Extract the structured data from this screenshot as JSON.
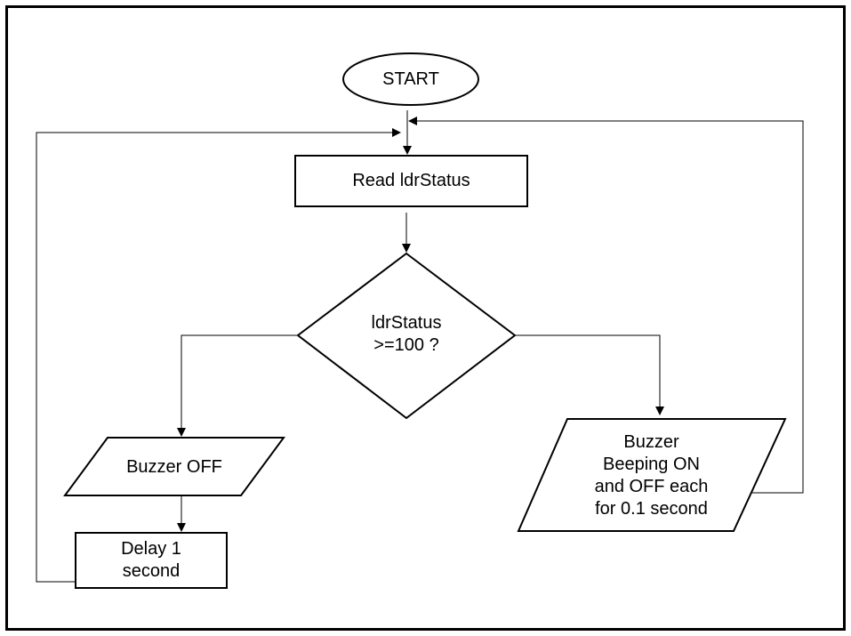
{
  "nodes": {
    "start": "START",
    "read": "Read ldrStatus",
    "decision": "ldrStatus\n>=100 ?",
    "buzzer_off": "Buzzer OFF",
    "delay": "Delay 1\nsecond",
    "buzzer_beep": "Buzzer\nBeeping ON\nand OFF each\nfor 0.1 second"
  }
}
